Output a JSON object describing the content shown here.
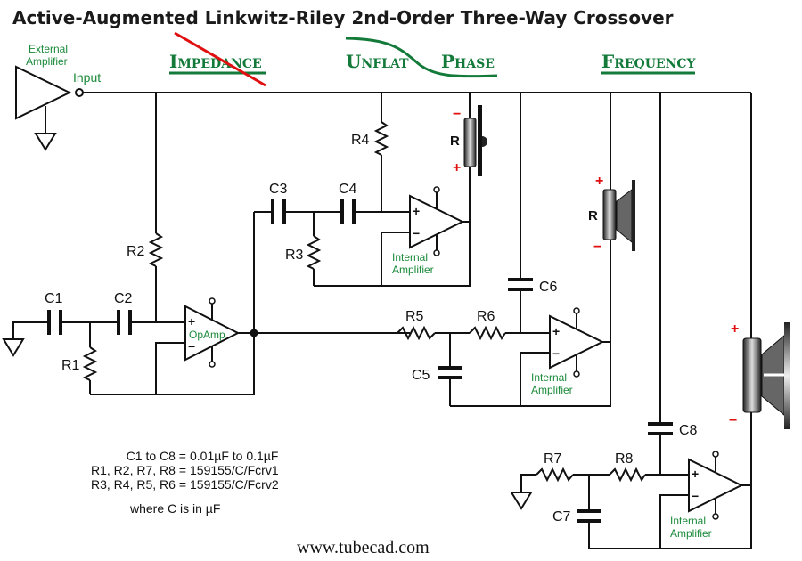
{
  "title": "Active-Augmented Linkwitz-Riley 2nd-Order Three-Way Crossover",
  "concepts": {
    "impedance": "Impedance",
    "unflat": "Unflat",
    "phase": "Phase",
    "frequency": "Frequency"
  },
  "external_amp": {
    "label_line1": "External",
    "label_line2": "Amplifier",
    "input_label": "Input"
  },
  "opamp_label": "OpAmp",
  "internal_amp": {
    "line1": "Internal",
    "line2": "Amplifier"
  },
  "components": {
    "C1": "C1",
    "C2": "C2",
    "C3": "C3",
    "C4": "C4",
    "C5": "C5",
    "C6": "C6",
    "C7": "C7",
    "C8": "C8",
    "R1": "R1",
    "R2": "R2",
    "R3": "R3",
    "R4": "R4",
    "R5": "R5",
    "R6": "R6",
    "R7": "R7",
    "R8": "R8"
  },
  "speakers": {
    "tweeter": {
      "label": "R",
      "top_polarity": "−",
      "bottom_polarity": "+"
    },
    "midrange": {
      "label": "R",
      "top_polarity": "+",
      "bottom_polarity": "−"
    },
    "woofer": {
      "label": "",
      "top_polarity": "+",
      "bottom_polarity": "−"
    }
  },
  "pin_signs": {
    "plus": "+",
    "minus": "−"
  },
  "notes": [
    {
      "left": "C1 to C8 =",
      "right": "0.01µF to 0.1µF"
    },
    {
      "left": "R1, R2, R7, R8 =",
      "right": "159155/C/Fcrv1"
    },
    {
      "left": "R3, R4, R5, R6 =",
      "right": "159155/C/Fcrv2"
    }
  ],
  "note_footer": "where C is in µF",
  "website": "www.tubecad.com",
  "colors": {
    "concept_green": "#137a3a",
    "label_green": "#1a8a3a",
    "strike_red": "#e01010",
    "polarity_red": "#e01010"
  }
}
